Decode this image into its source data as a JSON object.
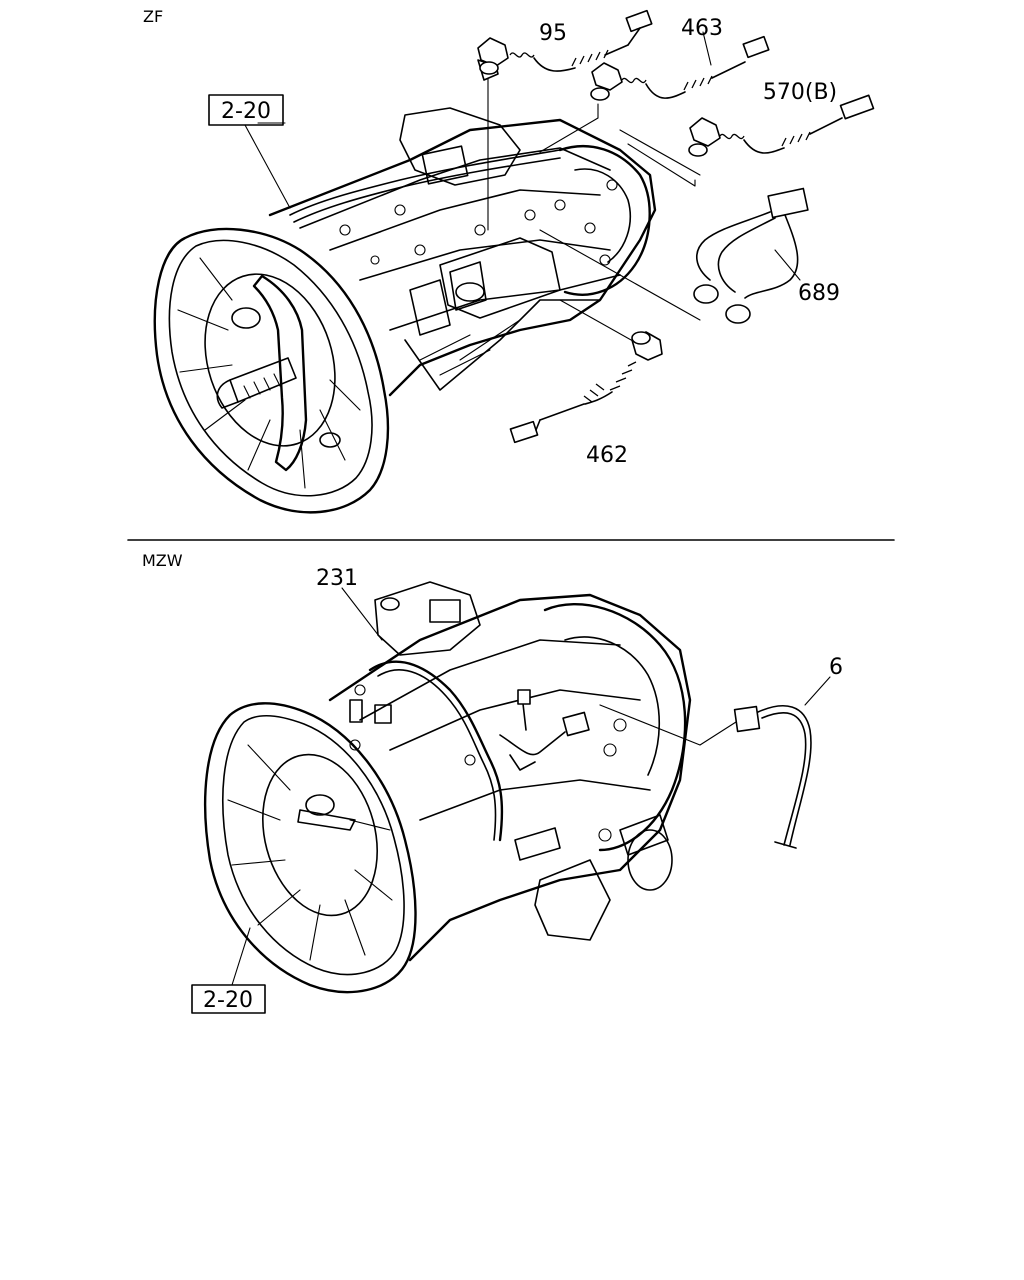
{
  "sections": [
    {
      "name": "ZF",
      "callouts": [
        {
          "id": "ref-2-20-top",
          "text": "2-20",
          "boxed": true
        },
        {
          "id": "part-95",
          "text": "95",
          "boxed": false
        },
        {
          "id": "part-463",
          "text": "463",
          "boxed": false
        },
        {
          "id": "part-570b",
          "text": "570(B)",
          "boxed": false
        },
        {
          "id": "part-689",
          "text": "689",
          "boxed": false
        },
        {
          "id": "part-462",
          "text": "462",
          "boxed": false
        }
      ]
    },
    {
      "name": "MZW",
      "callouts": [
        {
          "id": "part-231",
          "text": "231",
          "boxed": false
        },
        {
          "id": "part-6",
          "text": "6",
          "boxed": false
        },
        {
          "id": "ref-2-20-bottom",
          "text": "2-20",
          "boxed": true
        }
      ]
    }
  ],
  "colors": {
    "ink": "#000000",
    "paper": "#ffffff"
  }
}
